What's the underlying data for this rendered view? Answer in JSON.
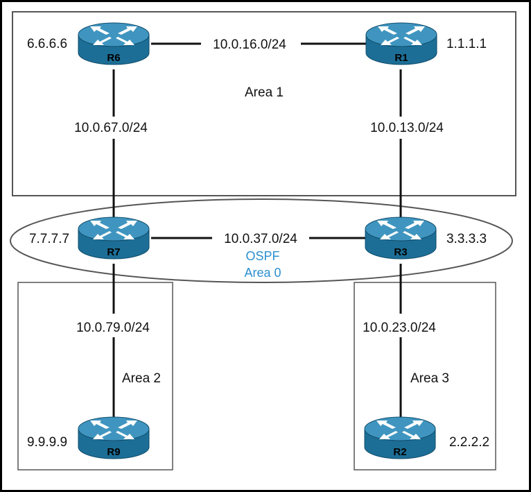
{
  "colors": {
    "router_body": "#1d6e96",
    "router_top": "#3f95bf",
    "area0_text": "#2a8fcf",
    "line": "#111111",
    "box": "#555555"
  },
  "icon": "router-icon",
  "areas": {
    "area1": "Area 1",
    "area0_line1": "OSPF",
    "area0_line2": "Area 0",
    "area2": "Area 2",
    "area3": "Area 3"
  },
  "routers": [
    {
      "name": "R6",
      "id": "6.6.6.6"
    },
    {
      "name": "R1",
      "id": "1.1.1.1"
    },
    {
      "name": "R7",
      "id": "7.7.7.7"
    },
    {
      "name": "R3",
      "id": "3.3.3.3"
    },
    {
      "name": "R9",
      "id": "9.9.9.9"
    },
    {
      "name": "R2",
      "id": "2.2.2.2"
    }
  ],
  "links": {
    "r6_r1": "10.0.16.0/24",
    "r6_r7": "10.0.67.0/24",
    "r1_r3": "10.0.13.0/24",
    "r7_r3": "10.0.37.0/24",
    "r7_r9": "10.0.79.0/24",
    "r3_r2": "10.0.23.0/24"
  }
}
